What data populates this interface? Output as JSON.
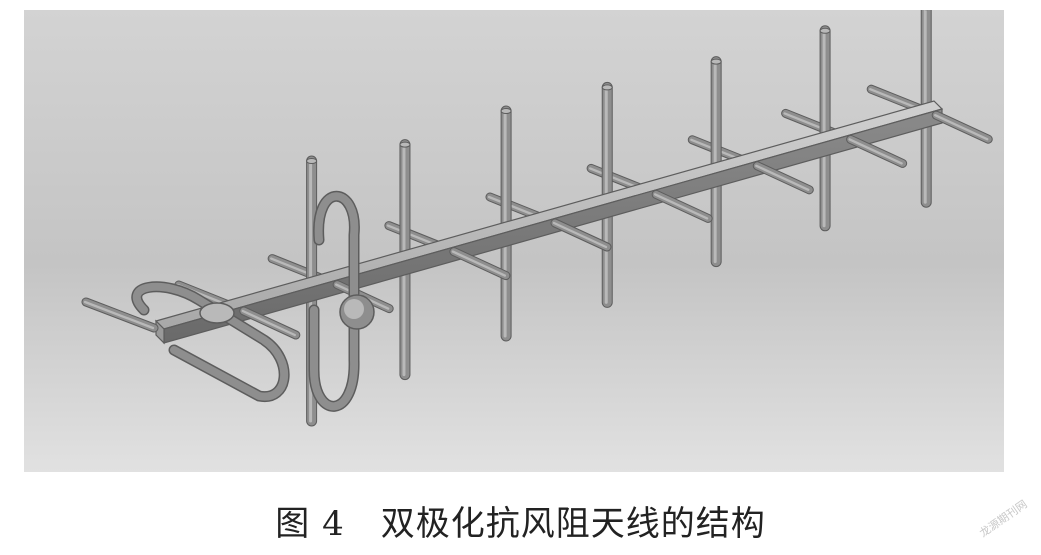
{
  "figure": {
    "caption_number": "图 4",
    "caption_title": "双极化抗风阻天线的结构",
    "watermark": "龙源期刊网",
    "colors": {
      "background_light": "#dcdcdc",
      "background_dark": "#b7b7b7",
      "metal_light": "#b9b9b9",
      "metal_mid": "#8e8e8e",
      "metal_dark": "#5d5d5d"
    }
  }
}
